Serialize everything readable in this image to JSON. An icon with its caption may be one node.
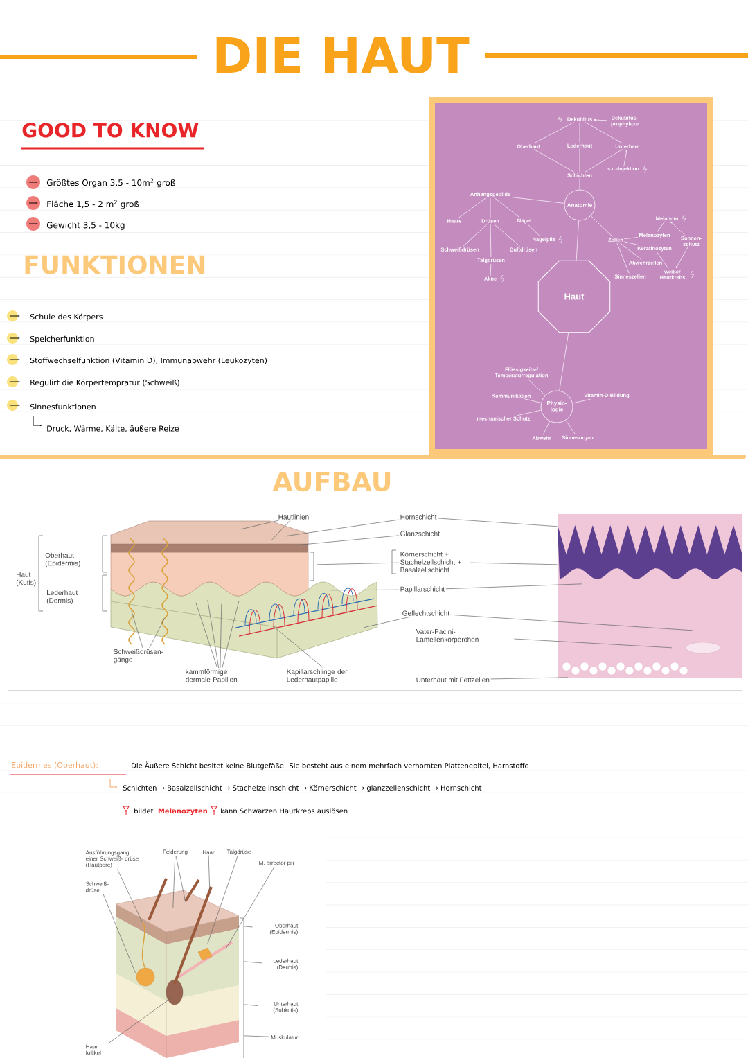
{
  "diagram": {
    "title": "DIE HAUT",
    "nodes": [
      {
        "text": [
          "Haut"
        ]
      },
      {
        "text": [
          "Anatomie"
        ]
      },
      {
        "text": [
          "Physio- logie"
        ]
      },
      {
        "text": [
          "Schichten"
        ]
      },
      {
        "text": [
          "Oberhaut"
        ]
      },
      {
        "text": [
          "Lederhaut"
        ]
      },
      {
        "text": [
          "Unterhaut"
        ]
      },
      {
        "text": [
          "Dekubitus"
        ]
      },
      {
        "text": [
          "Dekubitus- prophylaxe"
        ]
      },
      {
        "text": [
          "s.c.-Injektion"
        ]
      },
      {
        "text": [
          "Anhangsgebilde"
        ]
      },
      {
        "text": [
          "Haare"
        ]
      },
      {
        "text": [
          "Drüsen"
        ]
      },
      {
        "text": [
          "Nägel"
        ]
      },
      {
        "text": [
          "Nagelpilz"
        ]
      },
      {
        "text": [
          "Schweißdrüsen"
        ]
      },
      {
        "text": [
          "Talgdrüsen"
        ]
      },
      {
        "text": [
          "Duftdrüsen"
        ]
      },
      {
        "text": [
          "Akne"
        ]
      },
      {
        "text": [
          "Zellen"
        ]
      },
      {
        "text": [
          "Melanozyten"
        ]
      },
      {
        "text": [
          "Keratinozyten"
        ]
      },
      {
        "text": [
          "Abwehrzellen"
        ]
      },
      {
        "text": [
          "Sinneszellen"
        ]
      },
      {
        "text": [
          "Melanom"
        ]
      },
      {
        "text": [
          "Sonnen- schutz"
        ]
      },
      {
        "text": [
          "weißer Hautkrebs"
        ]
      },
      {
        "text": [
          "Flüssigkeits-/ Temperaturregulation"
        ]
      },
      {
        "text": [
          "Kommunikation"
        ]
      },
      {
        "text": [
          "mechanischer Schutz"
        ]
      },
      {
        "text": [
          "Abwehr"
        ]
      },
      {
        "text": [
          "Sinnesorgan"
        ]
      },
      {
        "text": [
          "Vitamin-D-Bildung"
        ]
      },
      {
        "text": [
          "Hautlinien"
        ]
      },
      {
        "text": [
          "Hornschicht"
        ]
      },
      {
        "text": [
          "Glanzschicht"
        ]
      },
      {
        "text": [
          "Körnerschicht + Stachelzellschicht + Basalzellschicht"
        ]
      },
      {
        "text": [
          "Papillarschicht"
        ]
      },
      {
        "text": [
          "Geflechtschicht"
        ]
      },
      {
        "text": [
          "Vater-Pacini- Lamellenkörperchen"
        ]
      },
      {
        "text": [
          "Unterhaut mit Fettzellen"
        ]
      },
      {
        "text": [
          "Schweißdrüsen- gänge"
        ]
      },
      {
        "text": [
          "kammförmige dermale Papillen"
        ]
      },
      {
        "text": [
          "Kapillarschlinge der Lederhautpapille"
        ]
      },
      {
        "text": [
          "Ausführungsgang einer Schweiß- drüse (Hautpore)"
        ]
      },
      {
        "text": [
          "Felderung"
        ]
      },
      {
        "text": [
          "Haar"
        ]
      },
      {
        "text": [
          "Talgdrüse"
        ]
      },
      {
        "text": [
          "M. arrector pili"
        ]
      },
      {
        "text": [
          "Schweiß- drüse"
        ]
      },
      {
        "text": [
          "Oberhaut (Epidermis)"
        ]
      },
      {
        "text": [
          "Lederhaut (Dermis)"
        ]
      },
      {
        "text": [
          "Unterhaut (Subkutis)"
        ]
      },
      {
        "text": [
          "Muskulatur"
        ]
      },
      {
        "text": [
          "Haar follikel"
        ]
      },
      {
        "text": [],
        "shape": "picture"
      },
      {
        "text": [],
        "shape": "picture"
      },
      {
        "text": [],
        "shape": "picture"
      }
    ],
    "edges": [
      {
        "from": 0,
        "to": 1,
        "arrow": "none"
      },
      {
        "from": 0,
        "to": 2,
        "arrow": "none"
      },
      {
        "from": 1,
        "to": 3,
        "arrow": "none"
      },
      {
        "from": 1,
        "to": 10,
        "arrow": "none"
      },
      {
        "from": 1,
        "to": 19,
        "arrow": "none"
      },
      {
        "from": 3,
        "to": 4,
        "arrow": "none"
      },
      {
        "from": 3,
        "to": 5,
        "arrow": "none"
      },
      {
        "from": 3,
        "to": 6,
        "arrow": "none"
      },
      {
        "from": 4,
        "to": 7,
        "arrow": "none"
      },
      {
        "from": 5,
        "to": 7,
        "arrow": "none"
      },
      {
        "from": 6,
        "to": 7,
        "arrow": "none"
      },
      {
        "from": 8,
        "to": 7,
        "arrow": "to"
      },
      {
        "from": 9,
        "to": 6,
        "arrow": "to"
      },
      {
        "from": 10,
        "to": 11,
        "arrow": "none"
      },
      {
        "from": 10,
        "to": 12,
        "arrow": "none"
      },
      {
        "from": 10,
        "to": 13,
        "arrow": "none"
      },
      {
        "from": 13,
        "to": 14,
        "arrow": "none"
      },
      {
        "from": 12,
        "to": 15,
        "arrow": "none"
      },
      {
        "from": 12,
        "to": 16,
        "arrow": "none"
      },
      {
        "from": 12,
        "to": 17,
        "arrow": "none"
      },
      {
        "from": 16,
        "to": 18,
        "arrow": "none"
      },
      {
        "from": 19,
        "to": 20,
        "arrow": "none"
      },
      {
        "from": 19,
        "to": 21,
        "arrow": "none"
      },
      {
        "from": 19,
        "to": 22,
        "arrow": "none"
      },
      {
        "from": 19,
        "to": 23,
        "arrow": "none"
      },
      {
        "from": 20,
        "to": 24,
        "arrow": "none"
      },
      {
        "from": 25,
        "to": 24,
        "arrow": "to"
      },
      {
        "from": 25,
        "to": 26,
        "arrow": "to"
      },
      {
        "from": 21,
        "to": 26,
        "arrow": "none"
      },
      {
        "from": 2,
        "to": 27,
        "arrow": "none"
      },
      {
        "from": 2,
        "to": 28,
        "arrow": "none"
      },
      {
        "from": 2,
        "to": 29,
        "arrow": "none"
      },
      {
        "from": 2,
        "to": 30,
        "arrow": "none"
      },
      {
        "from": 2,
        "to": 31,
        "arrow": "none"
      },
      {
        "from": 2,
        "to": 32,
        "arrow": "none"
      },
      {
        "from": 33,
        "to": 55,
        "arrow": "none",
        "color": "#666666"
      },
      {
        "from": 33,
        "to": 55,
        "arrow": "none",
        "color": "#666666"
      },
      {
        "from": 34,
        "to": 55,
        "arrow": "none",
        "color": "#666666"
      },
      {
        "from": 34,
        "to": 56,
        "arrow": "none",
        "color": "#666666"
      },
      {
        "from": 35,
        "to": 55,
        "arrow": "none",
        "color": "#666666"
      },
      {
        "from": 36,
        "to": 55,
        "arrow": "none",
        "color": "#666666"
      },
      {
        "from": 36,
        "to": 56,
        "arrow": "none",
        "color": "#666666"
      },
      {
        "from": 37,
        "to": 55,
        "arrow": "none",
        "color": "#666666"
      },
      {
        "from": 37,
        "to": 56,
        "arrow": "none",
        "color": "#666666"
      },
      {
        "from": 38,
        "to": 55,
        "arrow": "none",
        "color": "#666666"
      },
      {
        "from": 38,
        "to": 56,
        "arrow": "none",
        "color": "#666666"
      },
      {
        "from": 39,
        "to": 56,
        "arrow": "none",
        "color": "#666666"
      },
      {
        "from": 40,
        "to": 56,
        "arrow": "none",
        "color": "#666666"
      },
      {
        "from": 41,
        "to": 55,
        "arrow": "none",
        "color": "#666666"
      },
      {
        "from": 41,
        "to": 55,
        "arrow": "none",
        "color": "#666666"
      },
      {
        "from": 42,
        "to": 55,
        "arrow": "none",
        "color": "#666666"
      },
      {
        "from": 42,
        "to": 55,
        "arrow": "none",
        "color": "#666666"
      },
      {
        "from": 42,
        "to": 55,
        "arrow": "none",
        "color": "#666666"
      },
      {
        "from": 42,
        "to": 55,
        "arrow": "none",
        "color": "#666666"
      },
      {
        "from": 43,
        "to": 55,
        "arrow": "none",
        "color": "#666666"
      },
      {
        "from": 44,
        "to": 57,
        "arrow": "none",
        "color": "#666666"
      },
      {
        "from": 45,
        "to": 57,
        "arrow": "none",
        "color": "#666666"
      },
      {
        "from": 45,
        "to": 57,
        "arrow": "none",
        "color": "#666666"
      },
      {
        "from": 46,
        "to": 57,
        "arrow": "none",
        "color": "#666666"
      },
      {
        "from": 47,
        "to": 57,
        "arrow": "none",
        "color": "#666666"
      },
      {
        "from": 48,
        "to": 57,
        "arrow": "none",
        "color": "#666666"
      },
      {
        "from": 49,
        "to": 57,
        "arrow": "none",
        "color": "#666666"
      },
      {
        "from": 50,
        "to": 57,
        "arrow": "none",
        "color": "#666666"
      },
      {
        "from": 51,
        "to": 57,
        "arrow": "none",
        "color": "#666666"
      },
      {
        "from": 52,
        "to": 57,
        "arrow": "none",
        "color": "#666666"
      },
      {
        "from": 53,
        "to": 57,
        "arrow": "none",
        "color": "#666666"
      },
      {
        "from": 54,
        "to": 57,
        "arrow": "none",
        "color": "#666666"
      }
    ],
    "labels": [
      "GOOD TO KNOW",
      "Größtes Organ 3,5 - 10m$^{2}$ groß",
      "Fläche 1,5 - 2 m$^{2}$ groß",
      "Gewicht 3,5 - 10kg",
      "FUNKTIONEN",
      "Schule des Körpers",
      "Speicherfunktion",
      "Stoffwechselfunktion (Vitamin D), Immunabwehr (Leukozyten)",
      "Regulirt die Körpertempratur (Schweiß)",
      "Sinnesfunktionen",
      "Druck, Wärme, Kälte, äußere Reize",
      "AUFBAU",
      "Haut (Kutis)",
      "Oberhaut (Epidermis)",
      "Lederhaut (Dermis)",
      "Epidermes (Oberhaut):",
      "Die Äußere Schicht besitet keine Blutgefäße. Sie besteht aus einem mehrfach verhornten Plattenepitel, Harnstoffe",
      "Schichten → Basalzellschicht → Stachelzellnschicht → Körnerschicht → glanzzellenschicht → Hornschicht",
      "bildet",
      "Melanozyten",
      "kann Schwarzen Hautkrebs auslösen"
    ]
  }
}
